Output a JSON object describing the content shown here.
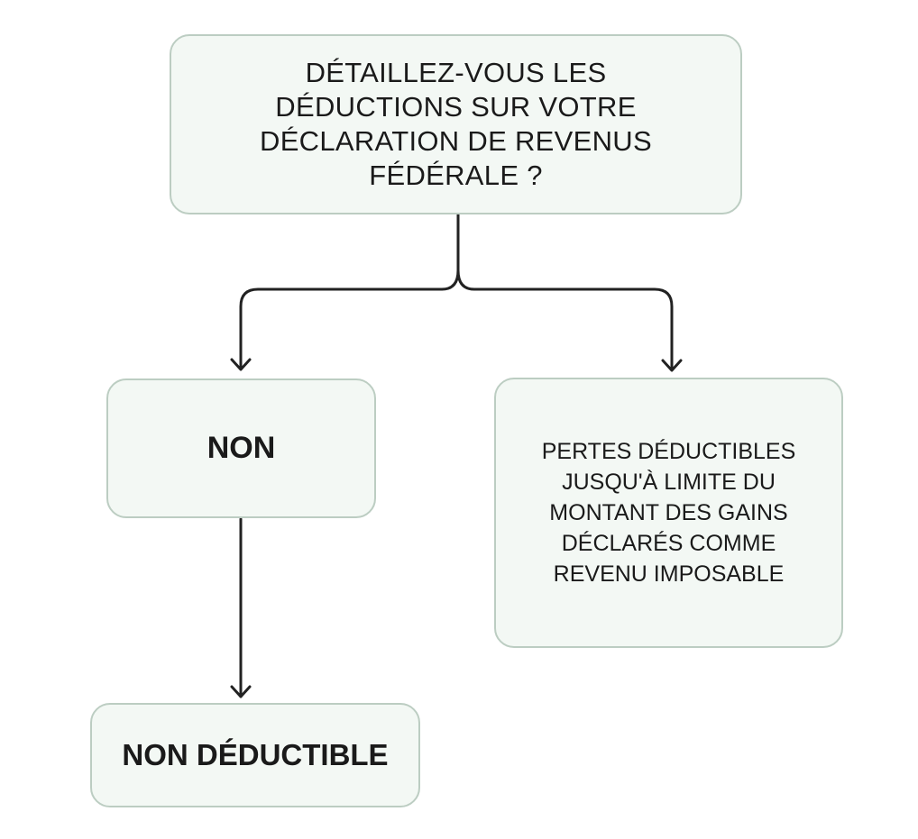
{
  "diagram": {
    "question": "DÉTAILLEZ-VOUS LES DÉDUCTIONS SUR VOTRE DÉCLARATION DE REVENUS FÉDÉRALE ?",
    "no_answer": "NON",
    "yes_outcome": "PERTES DÉDUCTIBLES JUSQU'À LIMITE DU MONTANT DES GAINS DÉCLARÉS COMME REVENU IMPOSABLE",
    "no_outcome": "NON DÉDUCTIBLE"
  },
  "colors": {
    "box_fill": "#f3f8f4",
    "box_border": "#bccdc2",
    "line": "#222222",
    "text": "#1a1a1a"
  }
}
